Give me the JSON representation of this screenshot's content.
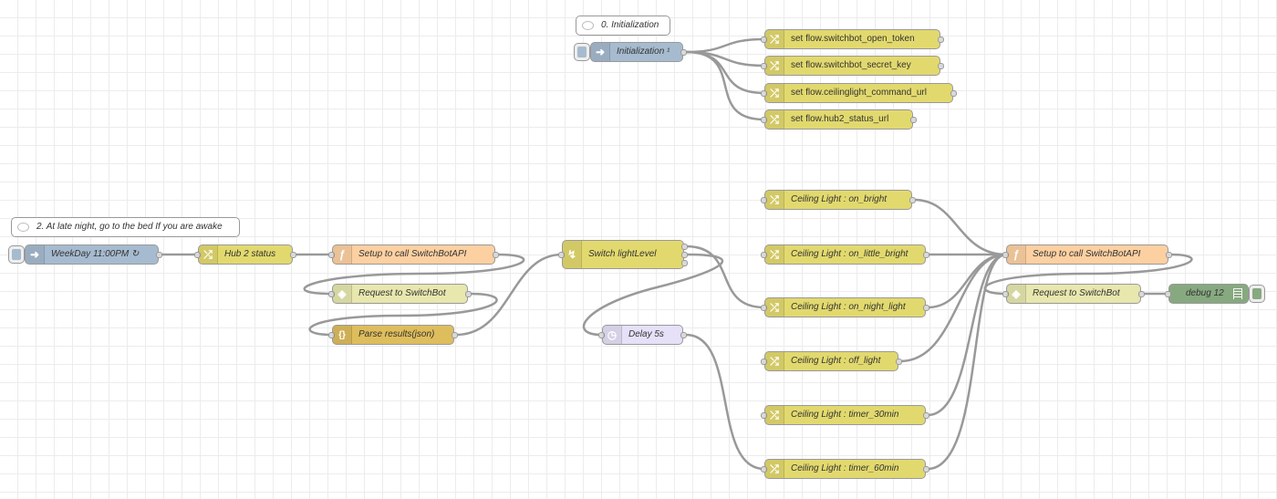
{
  "comments": {
    "init": "0. Initialization",
    "night": "2. At late night, go to the bed If you are awake"
  },
  "nodes": {
    "init_inject": "Initialization ¹",
    "set_open_token": "set flow.switchbot_open_token",
    "set_secret_key": "set flow.switchbot_secret_key",
    "set_ceiling_url": "set flow.ceilinglight_command_url",
    "set_hub2_url": "set flow.hub2_status_url",
    "weekday_inject": "WeekDay 11:00PM ↻",
    "hub2_status": "Hub 2 status",
    "setup_call_1": "Setup to call SwitchBotAPI",
    "request_1": "Request to SwitchBot",
    "parse_json": "Parse results(json)",
    "switch_level": "Switch lightLevel",
    "delay": "Delay 5s",
    "cl_on_bright": "Ceiling Light : on_bright",
    "cl_on_little_bright": "Ceiling Light : on_little_bright",
    "cl_on_night_light": "Ceiling Light : on_night_light",
    "cl_off_light": "Ceiling Light : off_light",
    "cl_timer_30": "Ceiling Light : timer_30min",
    "cl_timer_60": "Ceiling Light : timer_60min",
    "setup_call_2": "Setup to call SwitchBotAPI",
    "request_2": "Request to SwitchBot",
    "debug": "debug 12"
  },
  "icons": {
    "inject": "arrow-in-icon",
    "change": "shuffle-icon",
    "function": "function-icon",
    "http": "globe-icon",
    "json": "braces-icon",
    "switch": "branch-icon",
    "delay": "clock-icon",
    "debug": "list-icon",
    "comment": "speech-bubble-icon"
  },
  "colors": {
    "inject": "#a6bbcf",
    "change": "#e2d96e",
    "function": "#fdd0a2",
    "http": "#e7e7ae",
    "json": "#debd5c",
    "delay": "#e6e0f8",
    "debug": "#87a980",
    "comment": "#ffffff"
  }
}
